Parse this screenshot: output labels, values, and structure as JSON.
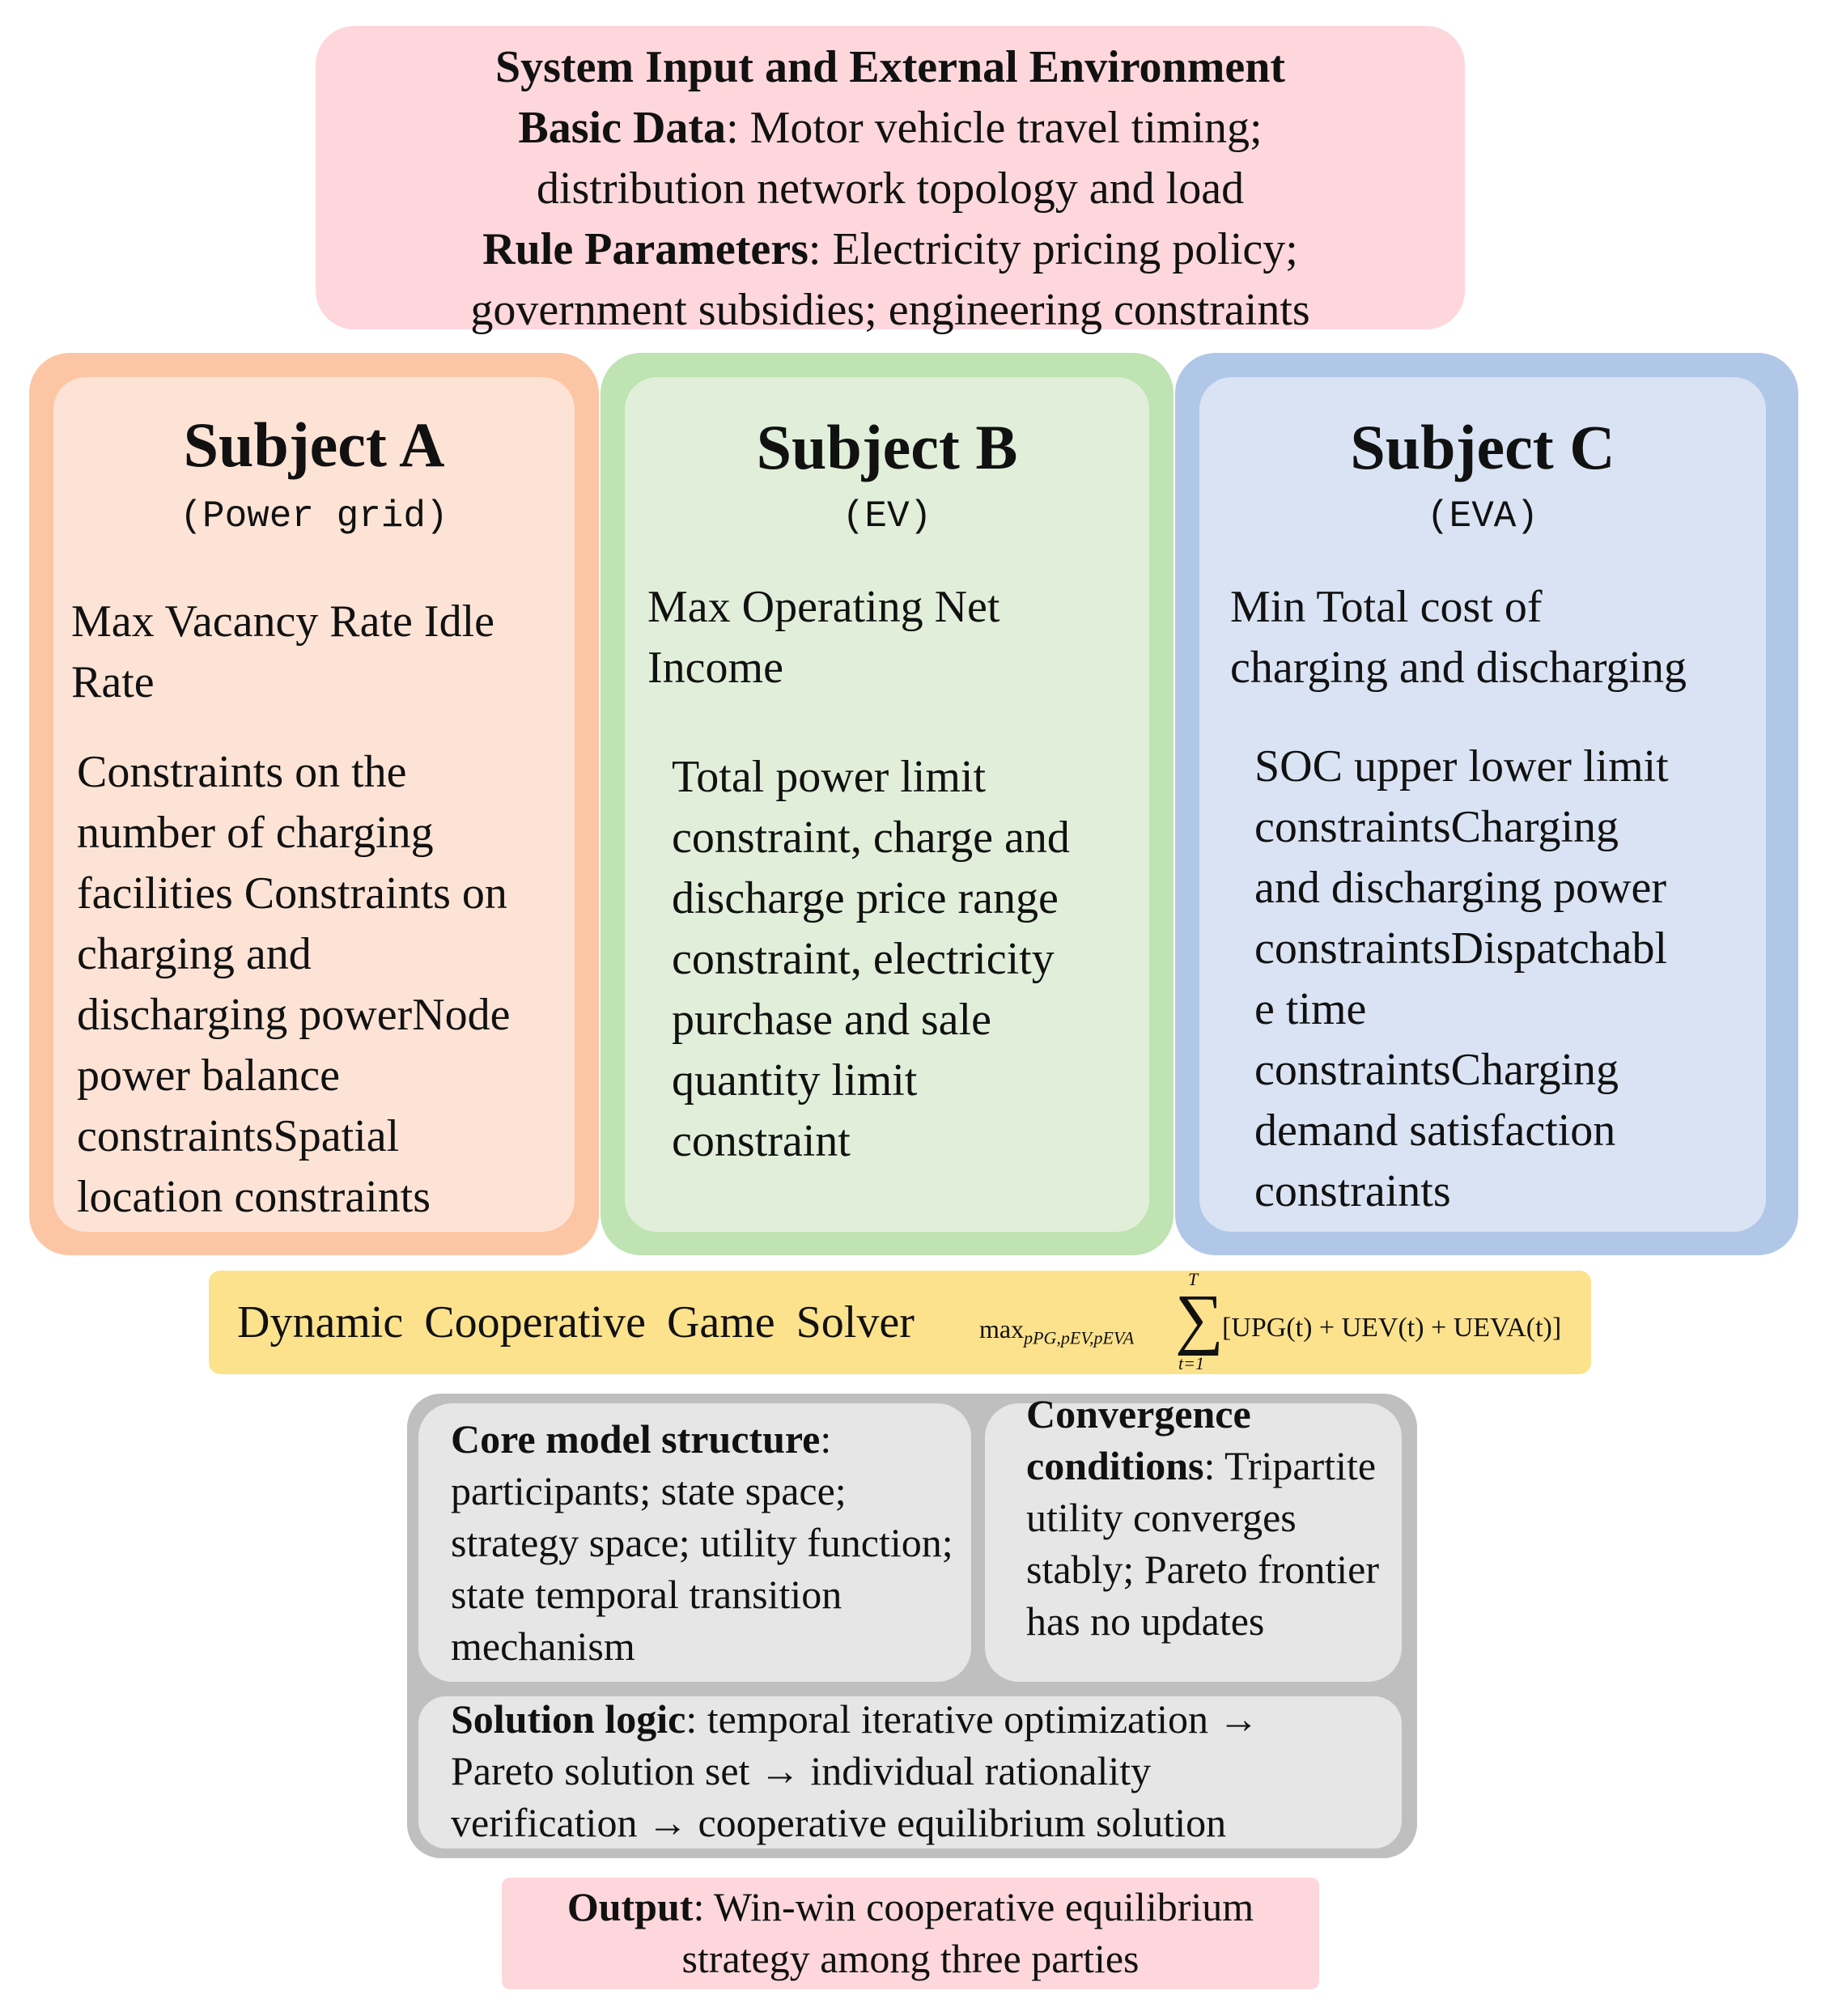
{
  "system_input": {
    "title": "System Input and External Environment",
    "basic_data_label": "Basic Data",
    "basic_data_line1": ": Motor vehicle travel timing;",
    "basic_data_line2": "distribution network topology and load",
    "rule_parameters_label": "Rule Parameters",
    "rule_parameters_line1": ": Electricity pricing policy;",
    "rule_parameters_line2": "government subsidies; engineering constraints"
  },
  "subjects": [
    {
      "title": "Subject A",
      "subtitle": "(Power grid)",
      "objective": "Max Vacancy Rate Idle\nRate",
      "constraints": "Constraints on the\nnumber of charging\nfacilities Constraints on\ncharging and\ndischarging powerNode\npower balance\nconstraintsSpatial\nlocation constraints"
    },
    {
      "title": "Subject B",
      "subtitle": "(EV)",
      "objective": "Max Operating Net\nIncome",
      "constraints": "Total power limit\nconstraint, charge and\ndischarge price range\nconstraint, electricity\npurchase and sale\nquantity limit\nconstraint"
    },
    {
      "title": "Subject C",
      "subtitle": "(EVA)",
      "objective": "Min Total cost of\ncharging and discharging",
      "constraints": "SOC upper lower limit\nconstraintsCharging\nand discharging power\nconstraintsDispatchabl\ne time\nconstraintsCharging\ndemand satisfaction\nconstraints"
    }
  ],
  "solver": {
    "label": "Dynamic Cooperative Game Solver",
    "formula_max": "max",
    "formula_max_sub": "pPG,pEV,pEVA",
    "formula_sum_upper": "T",
    "formula_sum_lower": "t=1",
    "formula_body": "[UPG(t) + UEV(t) + UEVA(t)]"
  },
  "model": {
    "core_label": "Core model structure",
    "core_text": ": participants; state space; strategy space; utility function; state temporal transition mechanism",
    "convergence_label": "Convergence conditions",
    "convergence_text": ": Tripartite utility converges stably; Pareto frontier has no updates",
    "solution_label": "Solution logic",
    "solution_line1": ": temporal iterative optimization →",
    "solution_line2": "Pareto solution set → individual rationality",
    "solution_line3": "verification → cooperative equilibrium solution"
  },
  "output": {
    "label": "Output",
    "text": ": Win-win cooperative equilibrium strategy among three parties"
  }
}
